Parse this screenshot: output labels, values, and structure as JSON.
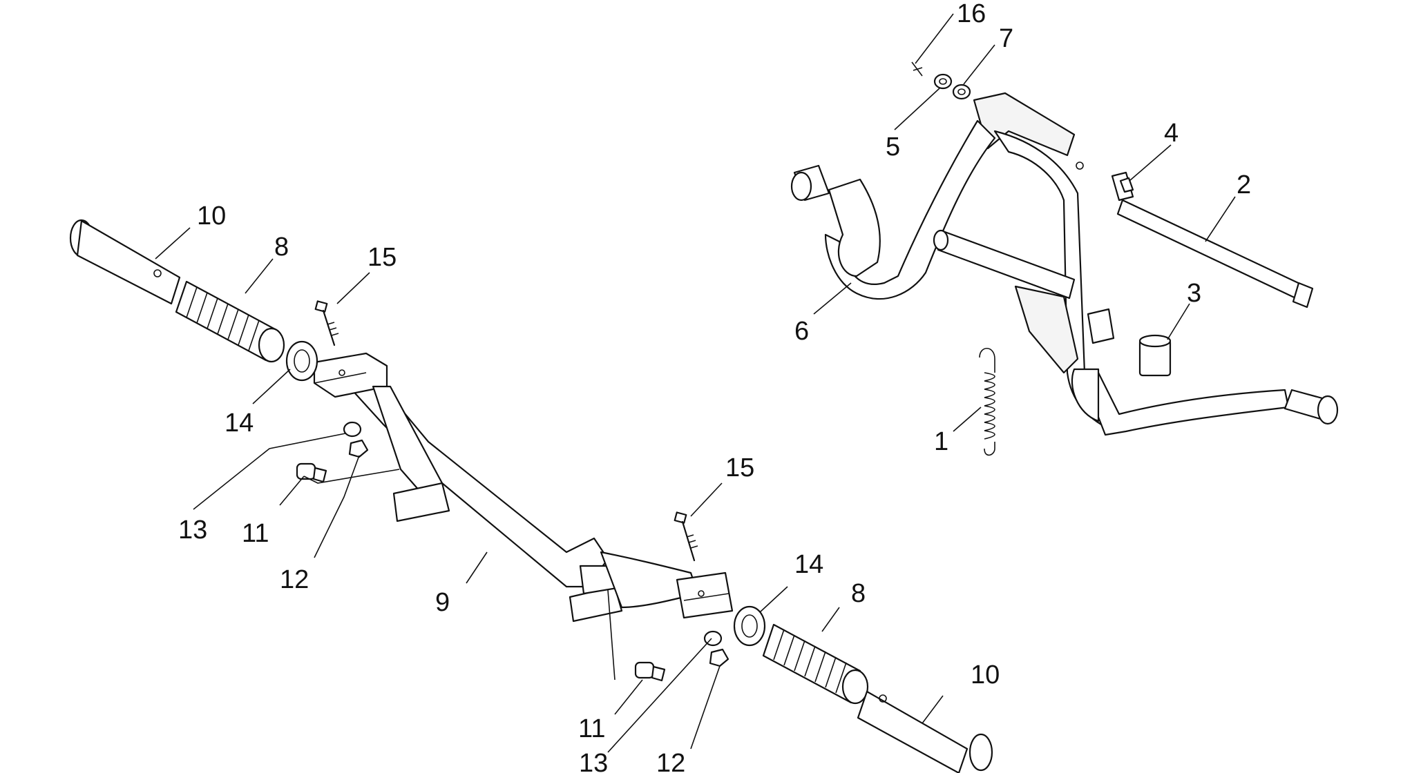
{
  "diagram": {
    "labels": {
      "l1": "1",
      "l2": "2",
      "l3": "3",
      "l4": "4",
      "l5": "5",
      "l6": "6",
      "l7": "7",
      "l8a": "8",
      "l8b": "8",
      "l9": "9",
      "l10a": "10",
      "l10b": "10",
      "l11a": "11",
      "l11b": "11",
      "l12a": "12",
      "l12b": "12",
      "l13a": "13",
      "l13b": "13",
      "l14a": "14",
      "l14b": "14",
      "l15a": "15",
      "l15b": "15",
      "l16": "16"
    },
    "colors": {
      "line": "#111111",
      "background": "#ffffff"
    }
  }
}
